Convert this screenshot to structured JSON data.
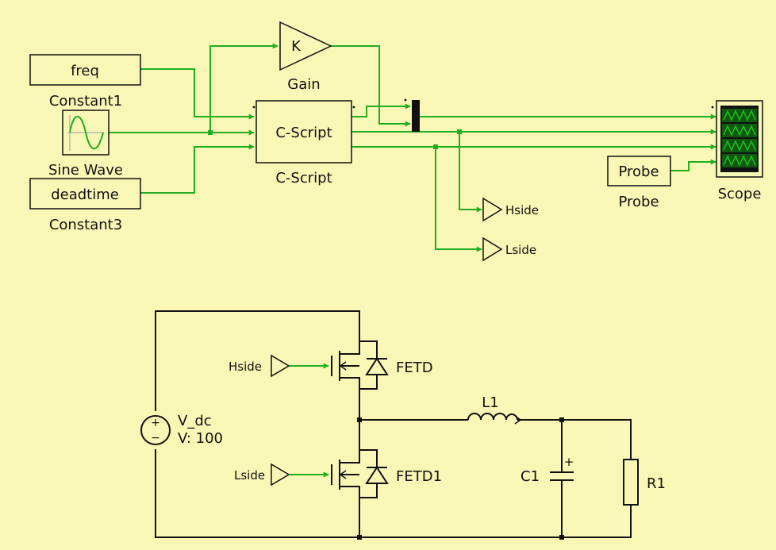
{
  "blocks": {
    "freq": {
      "value": "freq",
      "name": "Constant1"
    },
    "sine": {
      "name": "Sine Wave"
    },
    "deadtime": {
      "value": "deadtime",
      "name": "Constant3"
    },
    "gain": {
      "value": "K",
      "name": "Gain"
    },
    "cscript": {
      "value": "C-Script",
      "name": "C-Script"
    },
    "probe": {
      "value": "Probe",
      "name": "Probe"
    },
    "scope": {
      "name": "Scope"
    }
  },
  "goto_tags": {
    "hside": "Hside",
    "lside": "Lside"
  },
  "from_tags": {
    "hside": "Hside",
    "lside": "Lside"
  },
  "circuit": {
    "vdc_name": "V_dc",
    "vdc_value": "V: 100",
    "fet_high": "FETD",
    "fet_low": "FETD1",
    "inductor": "L1",
    "capacitor": "C1",
    "resistor": "R1",
    "plus": "+",
    "minus": "−"
  },
  "colors": {
    "background": "#f9f7b5",
    "signal": "#1fae1f",
    "block_border": "#111111",
    "scope_screen": "#0f5a0f",
    "scope_trace": "#22c022"
  }
}
